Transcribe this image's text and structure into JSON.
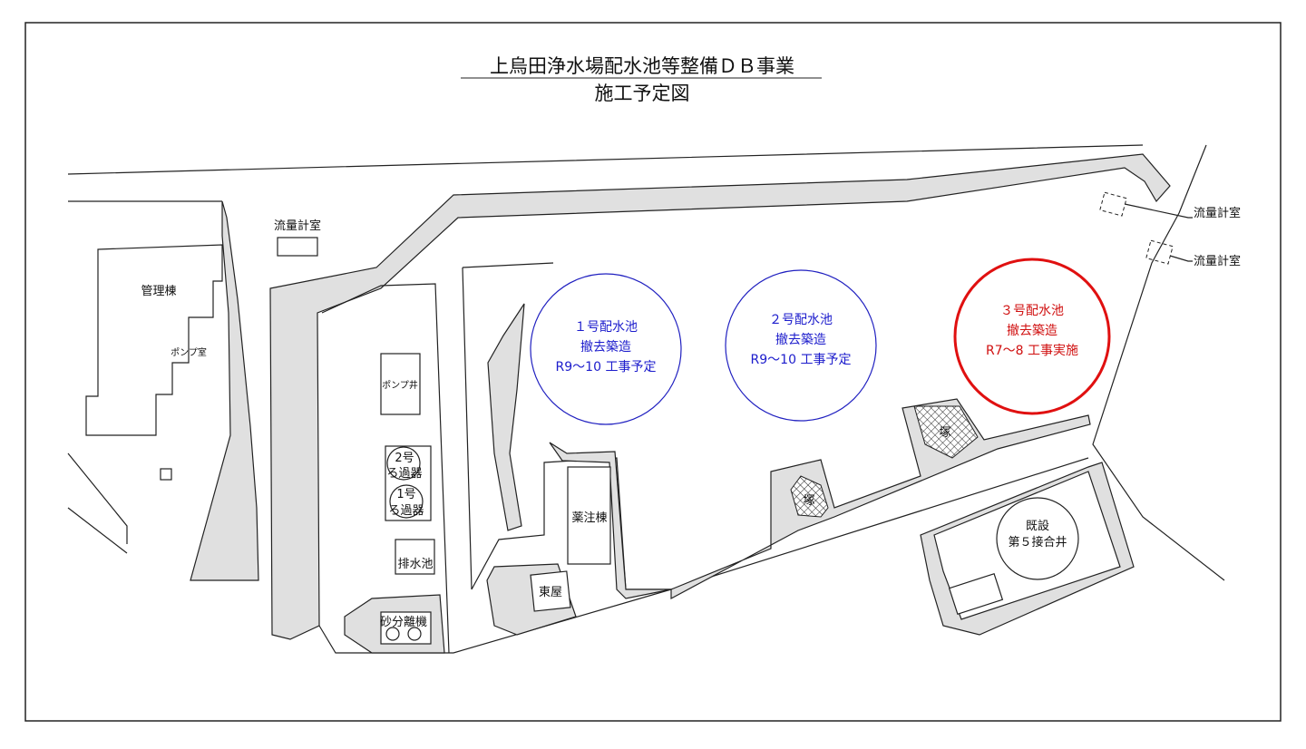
{
  "title": {
    "line1": "上烏田浄水場配水池等整備ＤＢ事業",
    "line2": "施工予定図"
  },
  "colors": {
    "planned": "#2020c0",
    "in_progress": "#e01010",
    "paved": "#e0e0e0"
  },
  "reservoirs": [
    {
      "name": "１号配水池",
      "work": "撤去築造",
      "schedule": "R9～10 工事予定",
      "status": "planned"
    },
    {
      "name": "２号配水池",
      "work": "撤去築造",
      "schedule": "R9～10 工事予定",
      "status": "planned"
    },
    {
      "name": "３号配水池",
      "work": "撤去築造",
      "schedule": "R7～8 工事実施",
      "status": "in_progress"
    }
  ],
  "labels": {
    "admin": "管理棟",
    "pump_room": "ポンプ室",
    "flow_room_1": "流量計室",
    "flow_room_2": "流量計室",
    "flow_room_3": "流量計室",
    "pump_well": "ポンプ井",
    "filter2_a": "2号",
    "filter2_b": "ろ過器",
    "filter1_a": "1号",
    "filter1_b": "ろ過器",
    "drain_pond": "排水池",
    "sand_sep": "砂分離機",
    "chem_bldg": "薬注棟",
    "gazebo": "東屋",
    "mound1": "塚",
    "mound2": "塚",
    "junction_a": "既設",
    "junction_b": "第５接合井"
  }
}
